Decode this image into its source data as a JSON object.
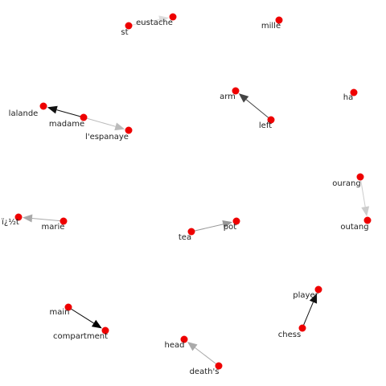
{
  "graph": {
    "nodes": [
      {
        "id": "st",
        "label": "st",
        "color": "#ee0000"
      },
      {
        "id": "eustache",
        "label": "eustache",
        "color": "#ee0000"
      },
      {
        "id": "mille",
        "label": "mille",
        "color": "#ee0000"
      },
      {
        "id": "lalande",
        "label": "lalande",
        "color": "#ee0000"
      },
      {
        "id": "madame",
        "label": "madame",
        "color": "#ee0000"
      },
      {
        "id": "lespanaye",
        "label": "l'espanaye",
        "color": "#ee0000"
      },
      {
        "id": "arm",
        "label": "arm",
        "color": "#ee0000"
      },
      {
        "id": "left",
        "label": "left",
        "color": "#ee0000"
      },
      {
        "id": "ha",
        "label": "ha",
        "color": "#ee0000"
      },
      {
        "id": "ourang",
        "label": "ourang",
        "color": "#ee0000"
      },
      {
        "id": "outang",
        "label": "outang",
        "color": "#ee0000"
      },
      {
        "id": "ifat",
        "label": "ï¿½t",
        "color": "#ee0000"
      },
      {
        "id": "marie",
        "label": "marie",
        "color": "#ee0000"
      },
      {
        "id": "tea",
        "label": "tea",
        "color": "#ee0000"
      },
      {
        "id": "pot",
        "label": "pot",
        "color": "#ee0000"
      },
      {
        "id": "player",
        "label": "player",
        "color": "#ee0000"
      },
      {
        "id": "chess",
        "label": "chess",
        "color": "#ee0000"
      },
      {
        "id": "main",
        "label": "main",
        "color": "#ee0000"
      },
      {
        "id": "compartment",
        "label": "compartment",
        "color": "#ee0000"
      },
      {
        "id": "head",
        "label": "head",
        "color": "#ee0000"
      },
      {
        "id": "deaths",
        "label": "death's",
        "color": "#ee0000"
      }
    ],
    "edges": [
      {
        "from": "st",
        "to": "eustache",
        "color": "#dddddd"
      },
      {
        "from": "madame",
        "to": "lalande",
        "color": "#111111"
      },
      {
        "from": "madame",
        "to": "lespanaye",
        "color": "#bbbbbb"
      },
      {
        "from": "left",
        "to": "arm",
        "color": "#444444"
      },
      {
        "from": "ourang",
        "to": "outang",
        "color": "#cccccc"
      },
      {
        "from": "marie",
        "to": "ifat",
        "color": "#aaaaaa"
      },
      {
        "from": "tea",
        "to": "pot",
        "color": "#999999"
      },
      {
        "from": "chess",
        "to": "player",
        "color": "#111111"
      },
      {
        "from": "main",
        "to": "compartment",
        "color": "#000000"
      },
      {
        "from": "deaths",
        "to": "head",
        "color": "#aaaaaa"
      }
    ]
  }
}
